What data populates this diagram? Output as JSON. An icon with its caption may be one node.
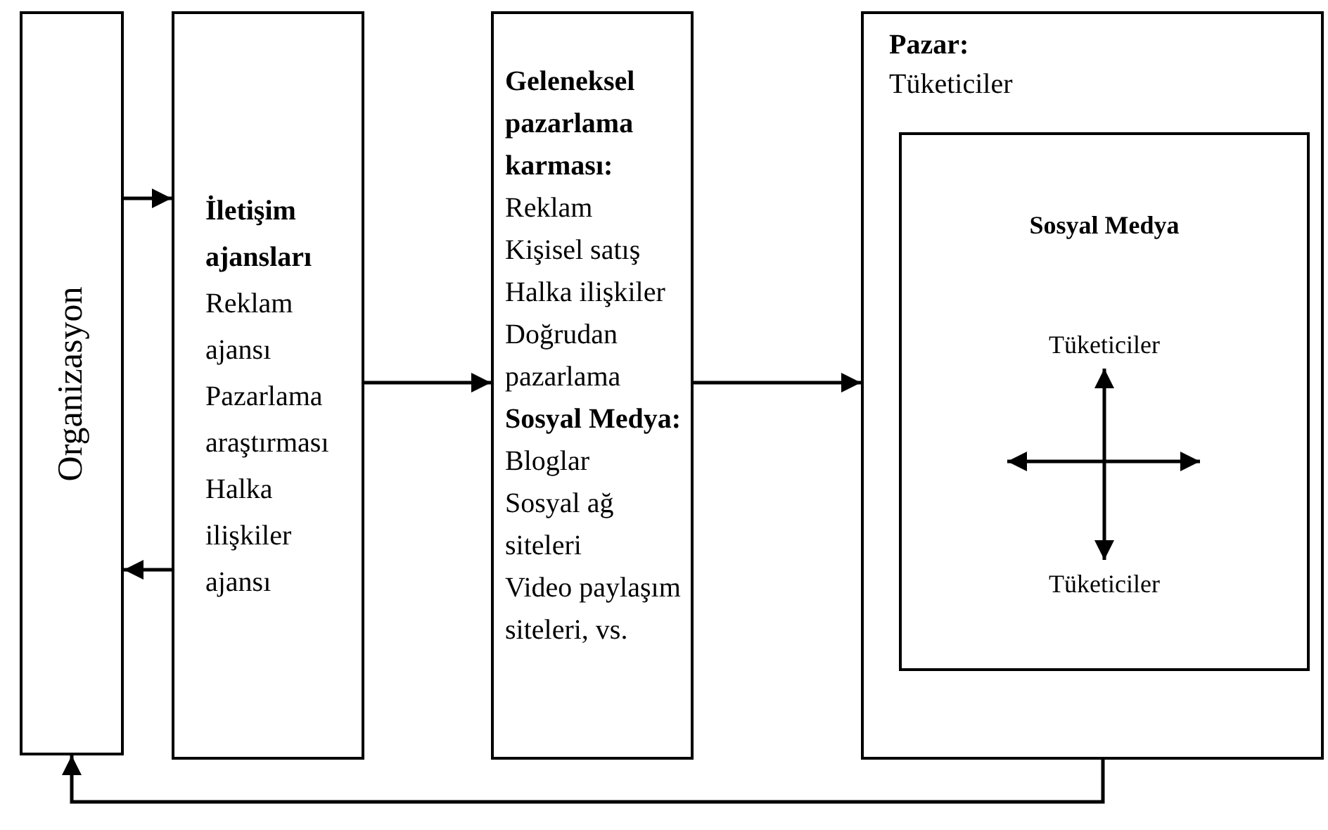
{
  "diagram": {
    "nodes": [
      {
        "text": [
          "Organizasyon"
        ]
      },
      {
        "text": [
          "İletişim ajansları",
          "Reklam ajansı",
          "Pazarlama araştırması",
          "Halka ilişkiler ajansı"
        ]
      },
      {
        "text": [
          "Geleneksel pazarlama karması:",
          "Reklam",
          "Kişisel satış",
          "Halka ilişkiler",
          "Doğrudan pazarlama",
          "Sosyal Medya:",
          "Bloglar",
          "Sosyal ağ siteleri",
          "Video paylaşım siteleri, vs."
        ]
      },
      {
        "text": [
          "Pazar:",
          "Tüketiciler"
        ]
      },
      {
        "text": [
          "Sosyal Medya"
        ],
        "in": 3
      },
      {
        "text": [
          "Tüketiciler"
        ],
        "in": 4
      },
      {
        "text": [
          "Tüketiciler"
        ],
        "in": 4
      }
    ],
    "edges": [
      {
        "from": 0,
        "to": 1,
        "arrow": "to"
      },
      {
        "from": 1,
        "to": 0,
        "arrow": "to"
      },
      {
        "from": 1,
        "to": 2,
        "arrow": "to"
      },
      {
        "from": 2,
        "to": 3,
        "arrow": "to"
      },
      {
        "from": 3,
        "to": 0,
        "arrow": "to"
      },
      {
        "from": 6,
        "to": 5,
        "arrow": "both"
      }
    ]
  }
}
